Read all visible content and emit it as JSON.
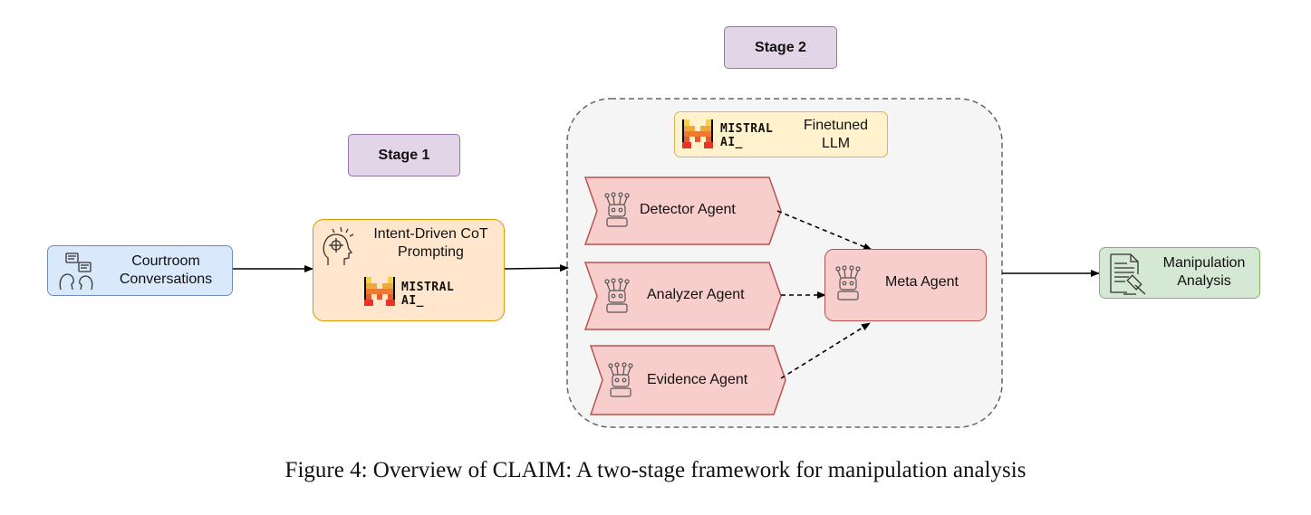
{
  "stages": {
    "stage1": "Stage 1",
    "stage2": "Stage 2"
  },
  "input": {
    "line1": "Courtroom",
    "line2": "Conversations",
    "icon": "conversation-icon"
  },
  "prompting": {
    "line1": "Intent-Driven CoT",
    "line2": "Prompting",
    "icon": "head-target-icon",
    "logo_line1": "MISTRAL",
    "logo_line2": "AI_"
  },
  "finetuned": {
    "logo_line1": "MISTRAL",
    "logo_line2": "AI_",
    "line1": "Finetuned",
    "line2": "LLM"
  },
  "agents": [
    {
      "label": "Detector Agent",
      "icon": "robot-icon"
    },
    {
      "label": "Analyzer Agent",
      "icon": "robot-icon"
    },
    {
      "label": "Evidence Agent",
      "icon": "robot-icon"
    }
  ],
  "meta": {
    "label": "Meta Agent",
    "icon": "robot-icon"
  },
  "output": {
    "line1": "Manipulation",
    "line2": "Analysis",
    "icon": "document-gavel-icon"
  },
  "caption": "Figure 4: Overview of CLAIM: A two-stage framework for manipulation analysis",
  "colors": {
    "stage_fill": "#e1d5e7",
    "input_fill": "#dae8fc",
    "prompt_fill": "#ffe6cc",
    "llm_fill": "#fff2cc",
    "agent_fill": "#f8cecc",
    "output_fill": "#d5e8d4"
  }
}
